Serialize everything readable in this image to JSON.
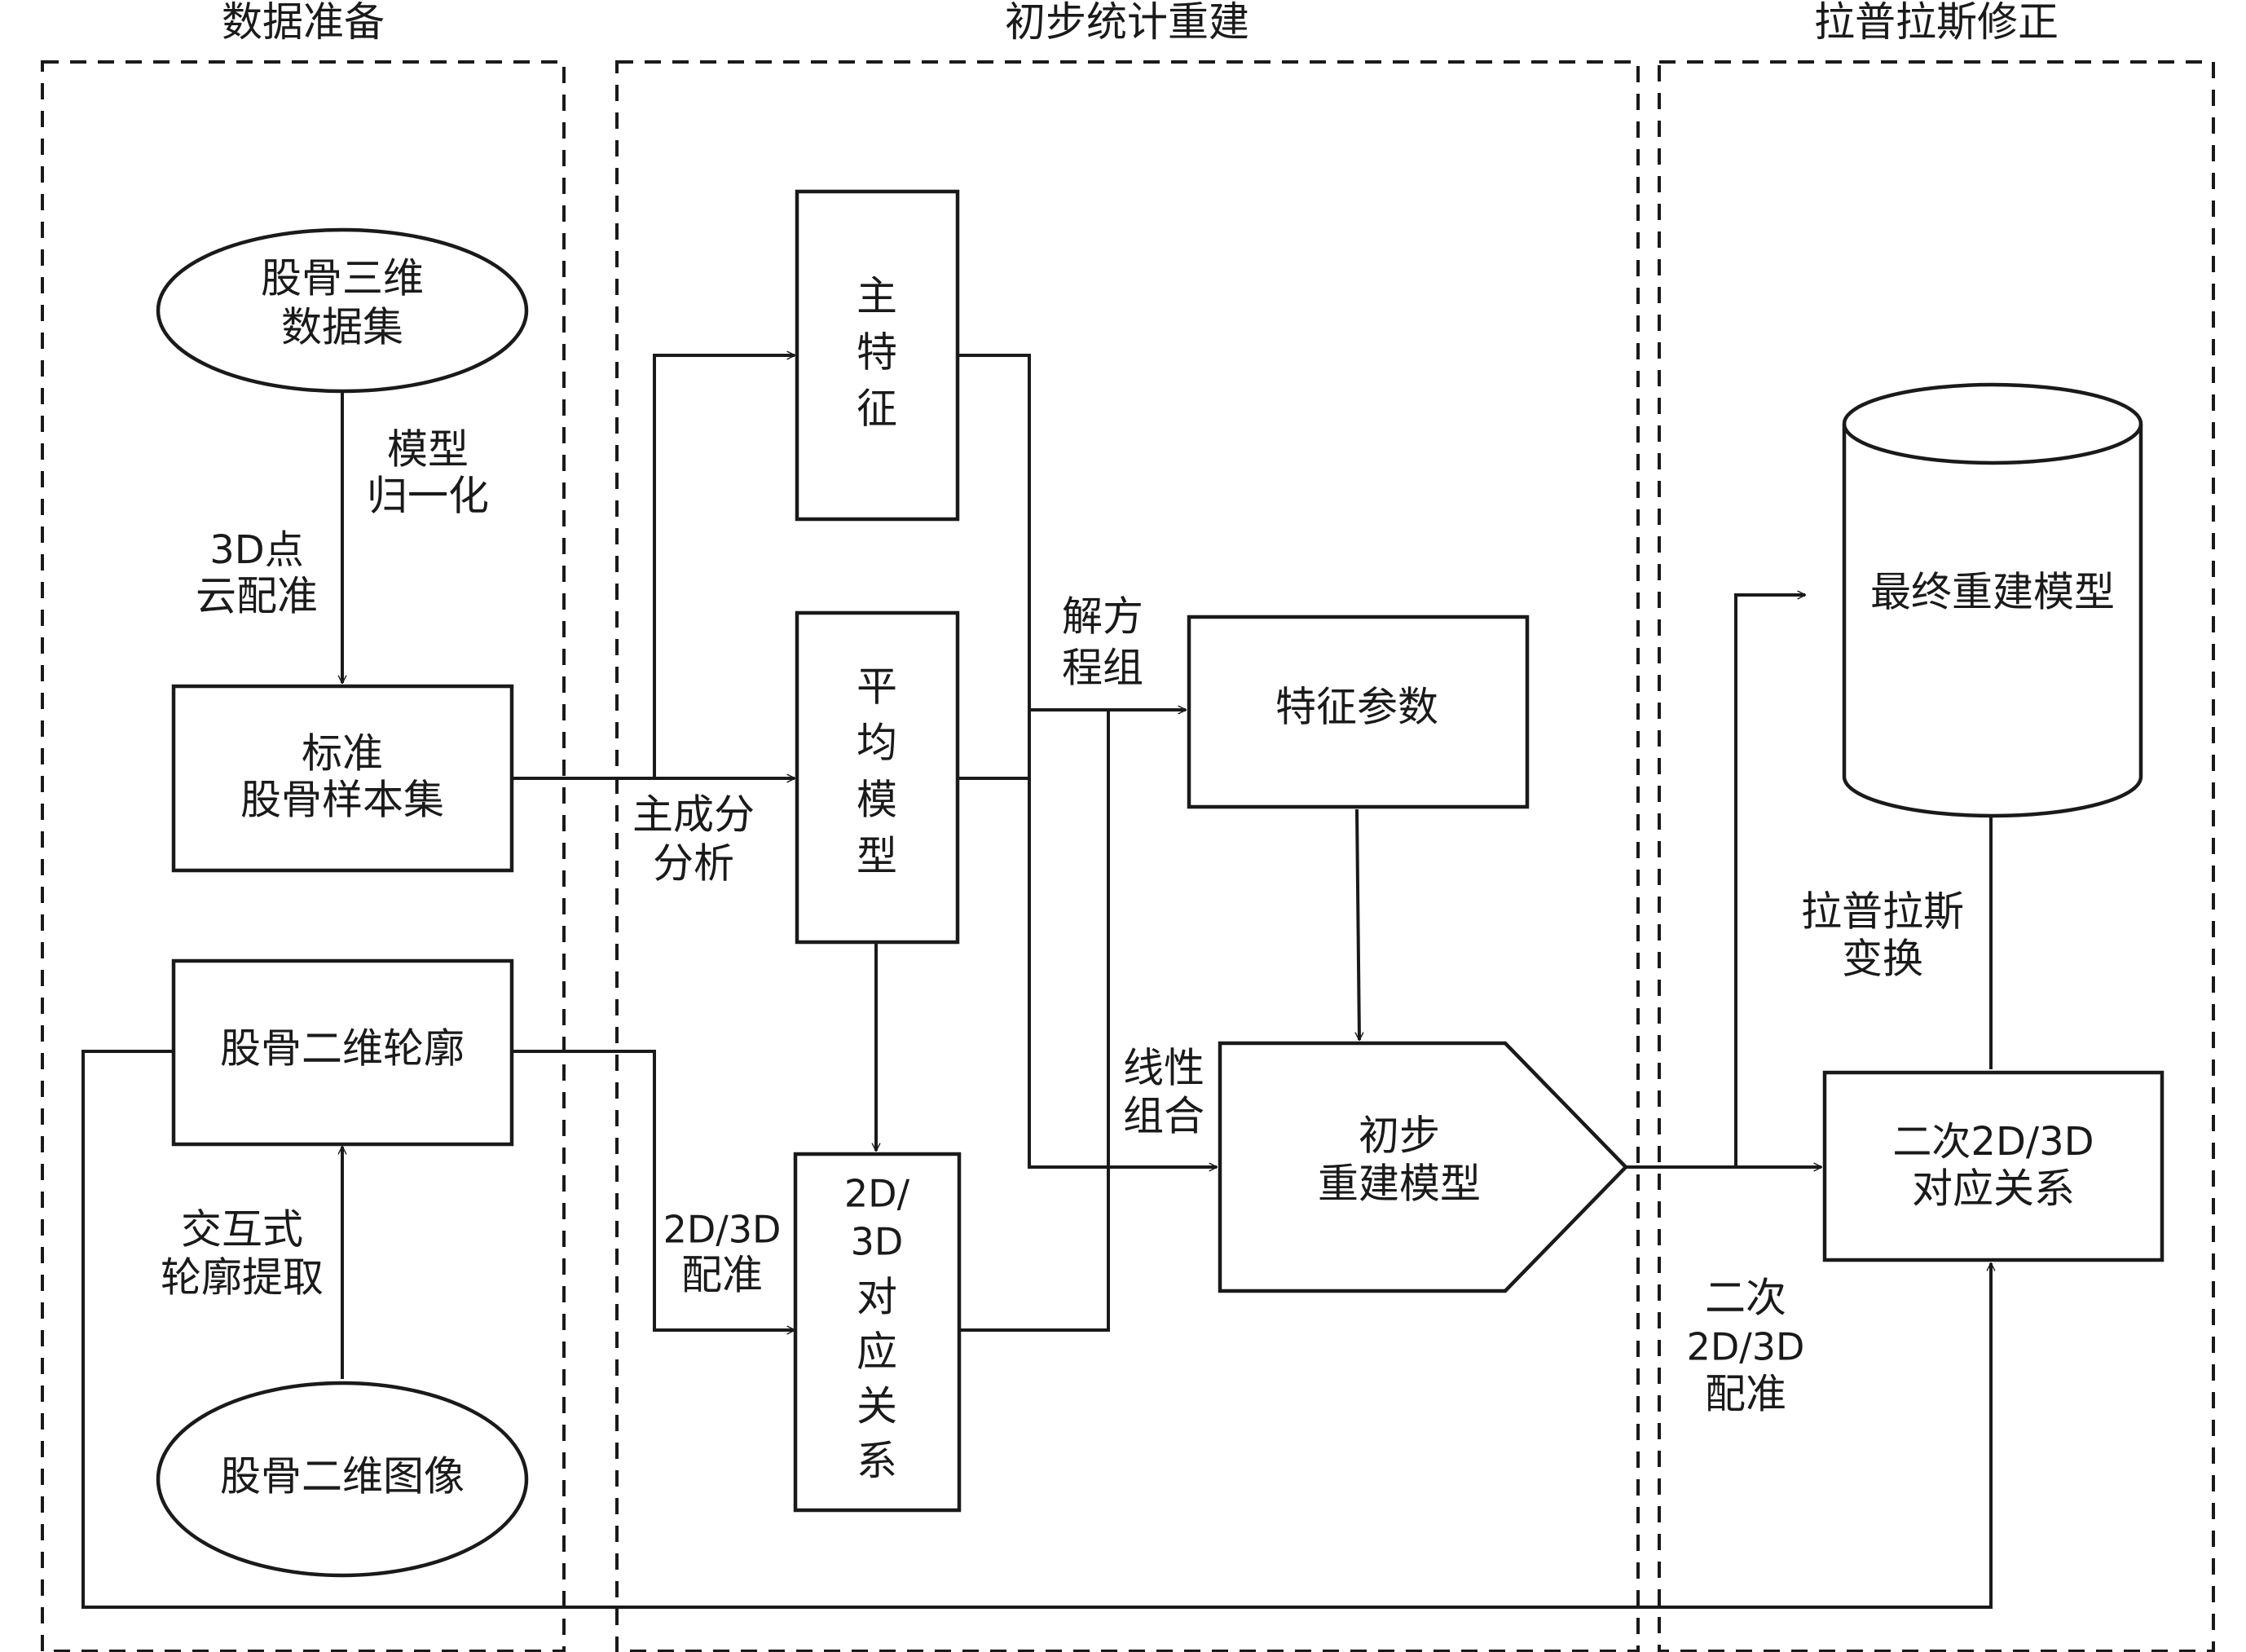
{
  "sections": {
    "data_prep": "数据准备",
    "initial_recon": "初步统计重建",
    "laplace": "拉普拉斯修正"
  },
  "nodes": {
    "femur_3d_dataset": [
      "股骨三维",
      "数据集"
    ],
    "standard_sample_set": [
      "标准",
      "股骨样本集"
    ],
    "femur_2d_contour": "股骨二维轮廓",
    "femur_2d_image": "股骨二维图像",
    "main_features": [
      "主",
      "特",
      "征"
    ],
    "mean_model": [
      "平",
      "均",
      "模",
      "型"
    ],
    "correspondence": [
      "2D/",
      "3D",
      "对",
      "应",
      "关",
      "系"
    ],
    "feature_params": "特征参数",
    "initial_model": [
      "初步",
      "重建模型"
    ],
    "final_model": "最终重建模型",
    "secondary_correspondence": [
      "二次2D/3D",
      "对应关系"
    ]
  },
  "edge_labels": {
    "normalize": [
      "模型",
      "归一化"
    ],
    "point_cloud": [
      "3D点",
      "云配准"
    ],
    "pca": [
      "主成分",
      "分析"
    ],
    "interactive": [
      "交互式",
      "轮廓提取"
    ],
    "registration": [
      "2D/3D",
      "配准"
    ],
    "solve": [
      "解方",
      "程组"
    ],
    "linear": [
      "线性",
      "组合"
    ],
    "laplace_transform": [
      "拉普拉斯",
      "变换"
    ],
    "secondary_reg": [
      "二次",
      "2D/3D",
      "配准"
    ]
  }
}
